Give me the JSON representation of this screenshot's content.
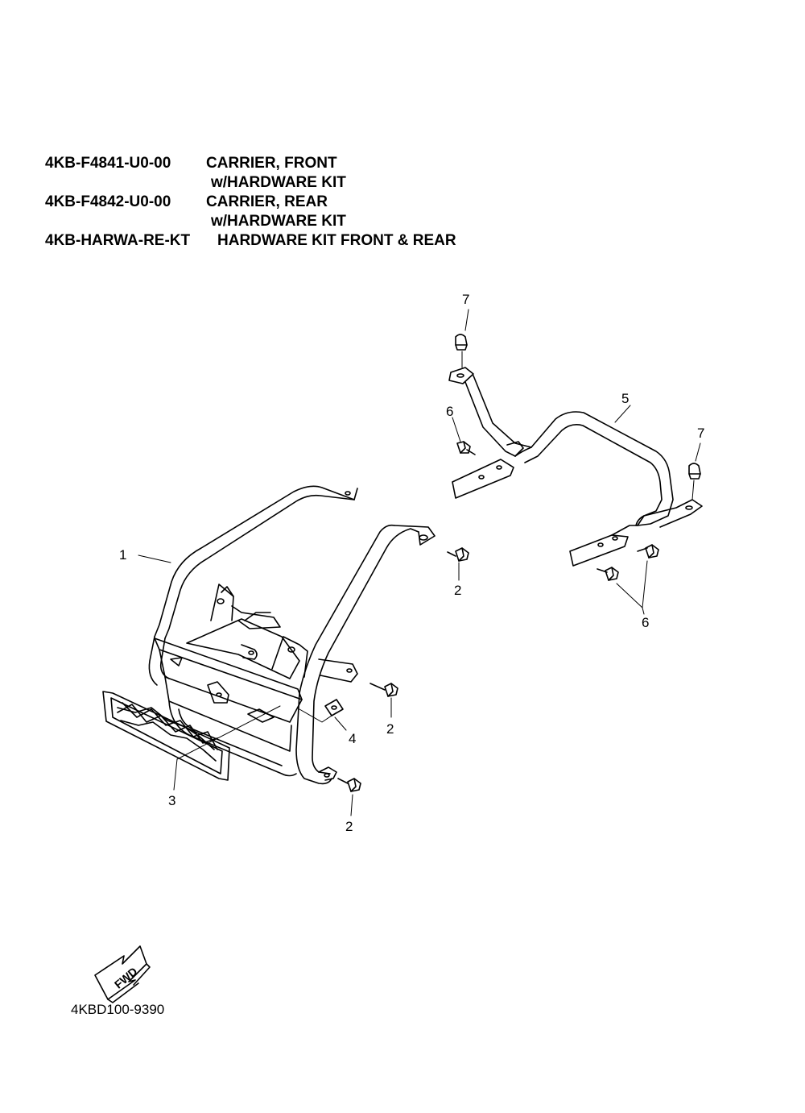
{
  "parts": [
    {
      "part_number": "4KB-F4841-U0-00",
      "description": "CARRIER, FRONT",
      "description_line2": "w/HARDWARE KIT"
    },
    {
      "part_number": "4KB-F4842-U0-00",
      "description": "CARRIER, REAR",
      "description_line2": "w/HARDWARE KIT"
    },
    {
      "part_number": "4KB-HARWA-RE-KT",
      "description": "HARDWARE KIT FRONT & REAR"
    }
  ],
  "callouts": {
    "c1": "1",
    "c2a": "2",
    "c2b": "2",
    "c2c": "2",
    "c3": "3",
    "c4": "4",
    "c5": "5",
    "c6a": "6",
    "c6b": "6",
    "c7a": "7",
    "c7b": "7"
  },
  "fwd_label": "FWD",
  "reference_code": "4KBD100-9390"
}
